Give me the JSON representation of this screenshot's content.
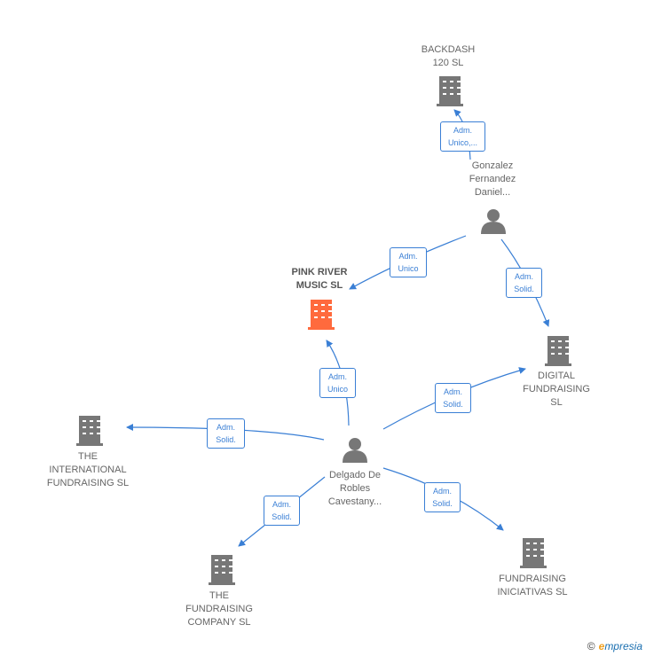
{
  "nodes": {
    "backdash": {
      "label": "BACKDASH\n120  SL"
    },
    "gonzalez": {
      "label": "Gonzalez\nFernandez\nDaniel..."
    },
    "pink_river": {
      "label": "PINK RIVER\nMUSIC  SL"
    },
    "digital": {
      "label": "DIGITAL\nFUNDRAISING\nSL"
    },
    "international": {
      "label": "THE\nINTERNATIONAL\nFUNDRAISING SL"
    },
    "delgado": {
      "label": "Delgado De\nRobles\nCavestany..."
    },
    "fundraising_company": {
      "label": "THE\nFUNDRAISING\nCOMPANY SL"
    },
    "iniciativas": {
      "label": "FUNDRAISING\nINICIATIVAS SL"
    }
  },
  "edges": {
    "e1": {
      "label": "Adm.\nUnico,..."
    },
    "e2": {
      "label": "Adm.\nUnico"
    },
    "e3": {
      "label": "Adm.\nSolid."
    },
    "e4": {
      "label": "Adm.\nUnico"
    },
    "e5": {
      "label": "Adm.\nSolid."
    },
    "e6": {
      "label": "Adm.\nSolid."
    },
    "e7": {
      "label": "Adm.\nSolid."
    },
    "e8": {
      "label": "Adm.\nSolid."
    }
  },
  "colors": {
    "edge": "#3a7fd5",
    "company": "#777777",
    "highlight": "#ff6a3d",
    "person": "#777777"
  },
  "footer": {
    "copyright": "©",
    "brand_e": "e",
    "brand_rest": "mpresia"
  }
}
